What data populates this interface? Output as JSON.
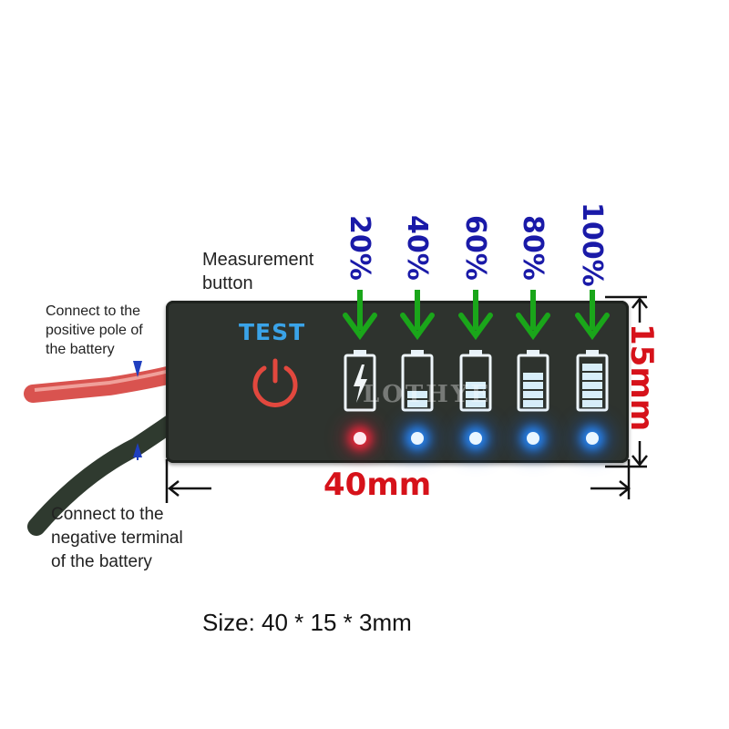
{
  "annotations": {
    "measurement_button": [
      "Measurement",
      "button"
    ],
    "positive": [
      "Connect to the",
      "positive pole of",
      "the battery"
    ],
    "negative": [
      "Connect to the",
      "negative terminal",
      "of the battery"
    ],
    "size": "Size: 40 * 15 * 3mm"
  },
  "board": {
    "test_label": "TEST",
    "watermark": "LOTHYE",
    "levels": [
      {
        "label": "20%",
        "led_color": "red",
        "level": 0.2
      },
      {
        "label": "40%",
        "led_color": "blue",
        "level": 0.4
      },
      {
        "label": "60%",
        "led_color": "blue",
        "level": 0.6
      },
      {
        "label": "80%",
        "led_color": "blue",
        "level": 0.8
      },
      {
        "label": "100%",
        "led_color": "blue",
        "level": 1.0
      }
    ]
  },
  "dimensions": {
    "width": "40mm",
    "height": "15mm"
  },
  "colors": {
    "arrow_green": "#1aa61a",
    "pct_blue": "#1a1aa8",
    "dim_red": "#d6121a",
    "board": "#2e332e",
    "test_blue": "#3aa3e8"
  }
}
